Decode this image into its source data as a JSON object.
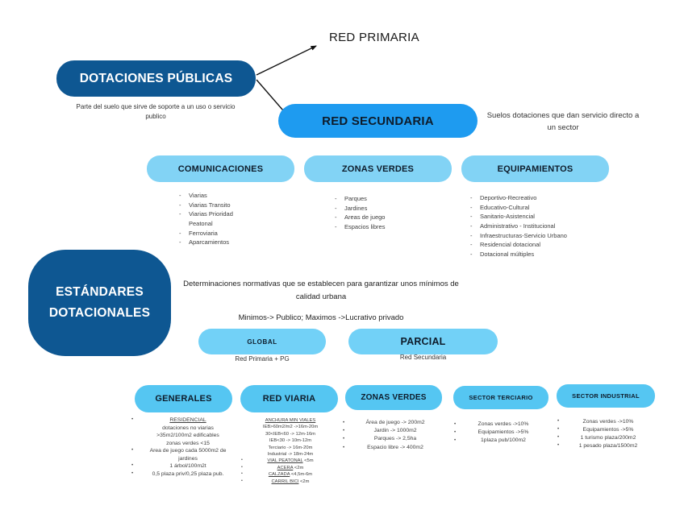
{
  "colors": {
    "dark_blue": "#0e5792",
    "bright_blue": "#1e9bf0",
    "category_blue": "#82d3f5",
    "sub_blue": "#72d1f7",
    "bottom_blue": "#55c6f2",
    "arrow": "#111111"
  },
  "nodes": {
    "red_primaria": {
      "label": "RED PRIMARIA"
    },
    "dotaciones": {
      "label": "DOTACIONES PÚBLICAS",
      "caption": "Parte del suelo que sirve de soporte a un uso o servicio publico"
    },
    "red_secundaria": {
      "label": "RED SECUNDARIA",
      "caption": "Suelos dotaciones que dan servicio directo a un sector"
    }
  },
  "categories": [
    {
      "label": "COMUNICACIONES",
      "items": [
        {
          "t": "Viarias",
          "b": true
        },
        {
          "t": "Viarias Transito",
          "b": true
        },
        {
          "t": "Viarias Prioridad",
          "b": true
        },
        {
          "t": "Peatonal",
          "b": false
        },
        {
          "t": "Ferroviaria",
          "b": true
        },
        {
          "t": "Aparcamientos",
          "b": true
        }
      ]
    },
    {
      "label": "ZONAS VERDES",
      "items": [
        {
          "t": "Parques",
          "b": true
        },
        {
          "t": "Jardines",
          "b": true
        },
        {
          "t": "Areas de juego",
          "b": true
        },
        {
          "t": "Espacios libres",
          "b": true
        }
      ]
    },
    {
      "label": "EQUIPAMIENTOS",
      "items": [
        {
          "t": "Deportivo-Recreativo",
          "b": true
        },
        {
          "t": "Educativo-Cultural",
          "b": true
        },
        {
          "t": "Sanitario-Asistencial",
          "b": true
        },
        {
          "t": "Administrativo - Institucional",
          "b": true
        },
        {
          "t": "Infraestructuras-Servicio Urbano",
          "b": true
        },
        {
          "t": "Residencial dotacional",
          "b": true
        },
        {
          "t": "Dotacional  múltiples",
          "b": true
        }
      ]
    }
  ],
  "estandares": {
    "label_line1": "ESTÁNDARES",
    "label_line2": "DOTACIONALES",
    "description": "Determinaciones normativas que se establecen para garantizar unos mínimos de calidad urbana",
    "rule": "Minimos-> Publico; Maximos ->Lucrativo privado",
    "global": {
      "label": "GLOBAL",
      "caption": "Red Primaria + PG"
    },
    "parcial": {
      "label": "PARCIAL",
      "caption": "Red Secundaria"
    }
  },
  "bottom": [
    {
      "label": "GENERALES",
      "items": [
        {
          "t": "RESIDENCIAL",
          "u": true,
          "b": true
        },
        {
          "t": "dotaciones no viarias"
        },
        {
          "t": ">35m2/100m2 edificables"
        },
        {
          "t": "zonas verdes  <15"
        },
        {
          "t": "Area de juego cada 5000m2 de",
          "b": true
        },
        {
          "t": "jardines"
        },
        {
          "t": "1 árbol/100m2t",
          "b": true
        },
        {
          "t": "0,5 plaza priv/0,25 plaza pub.",
          "b": true
        }
      ]
    },
    {
      "label": "RED VIARIA",
      "items": [
        {
          "t": "ANCHURA MIN VIALES",
          "u": true
        },
        {
          "t": "IEB>60m2/m2 ->16m-20m"
        },
        {
          "t": "30<IEB<60 -> 12m-16m"
        },
        {
          "t": "IEB<30 -> 10m-12m"
        },
        {
          "t": "Terciario -> 16m-20m"
        },
        {
          "t": "Industrial -> 18m-24m"
        },
        {
          "t": "VIAL PEATONAL",
          "s": " <5m",
          "u": true,
          "b": true
        },
        {
          "t": "ACERA",
          "s": " <2m",
          "u": true,
          "b": true
        },
        {
          "t": "CALZADA",
          "s": " <4,5m-6m",
          "u": true,
          "b": true
        },
        {
          "t": "CARRIL BICI",
          "s": " <2m",
          "u": true,
          "b": true
        }
      ]
    },
    {
      "label": "ZONAS VERDES",
      "items": [
        {
          "t": "Área de juego -> 200m2",
          "b": true
        },
        {
          "t": "Jardin -> 1000m2",
          "b": true
        },
        {
          "t": "Parques -> 2,5ha",
          "b": true
        },
        {
          "t": "Espacio libre -> 400m2",
          "b": true
        }
      ]
    },
    {
      "label": "SECTOR TERCIARIO",
      "items": [
        {
          "t": "Zonas verdes ->10%",
          "b": true
        },
        {
          "t": "Equipamientos ->5%",
          "b": true
        },
        {
          "t": "1plaza pub/100m2",
          "b": true
        }
      ]
    },
    {
      "label": "SECTOR INDUSTRIAL",
      "items": [
        {
          "t": "Zonas verdes ->10%",
          "b": true
        },
        {
          "t": "Equipamientos ->5%",
          "b": true
        },
        {
          "t": "1 turismo plaza/200m2",
          "b": true
        },
        {
          "t": "1 pesado plaza/1500m2",
          "b": true
        }
      ]
    }
  ]
}
